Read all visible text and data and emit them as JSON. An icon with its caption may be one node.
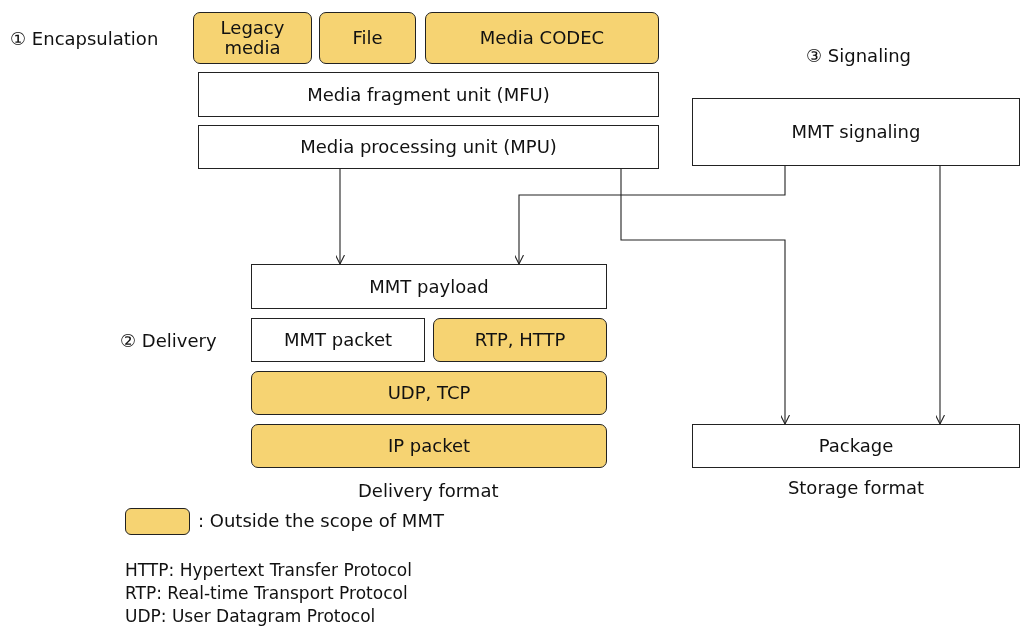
{
  "diagram": {
    "nodes": [
      {
        "text": [
          "Legacy media"
        ]
      },
      {
        "text": [
          "File"
        ]
      },
      {
        "text": [
          "Media CODEC"
        ]
      },
      {
        "text": [
          "Media fragment unit (MFU)"
        ]
      },
      {
        "text": [
          "Media processing unit (MPU)"
        ]
      },
      {
        "text": [
          "MMT signaling"
        ]
      },
      {
        "text": [
          "MMT payload"
        ]
      },
      {
        "text": [
          "MMT packet"
        ]
      },
      {
        "text": [
          "RTP, HTTP"
        ]
      },
      {
        "text": [
          "UDP, TCP"
        ]
      },
      {
        "text": [
          "IP packet"
        ]
      },
      {
        "text": [
          "Package"
        ],
        "beside": [
          "Storage format"
        ]
      }
    ],
    "edges": [
      {
        "from": 4,
        "to": 6,
        "arrow": "to"
      },
      {
        "from": 5,
        "to": 6,
        "arrow": "to"
      },
      {
        "from": 4,
        "to": 11,
        "arrow": "to"
      },
      {
        "from": 5,
        "to": 11,
        "arrow": "to"
      }
    ],
    "labels": [
      "① Encapsulation",
      "③ Signaling",
      "② Delivery",
      "Delivery format",
      "HTTP: Hypertext Transfer Protocol",
      "RTP: Real-time Transport Protocol",
      "UDP: User Datagram Protocol"
    ],
    "legend": [
      {
        "text": ": Outside the scope of MMT",
        "color": "#f6d372"
      }
    ]
  }
}
